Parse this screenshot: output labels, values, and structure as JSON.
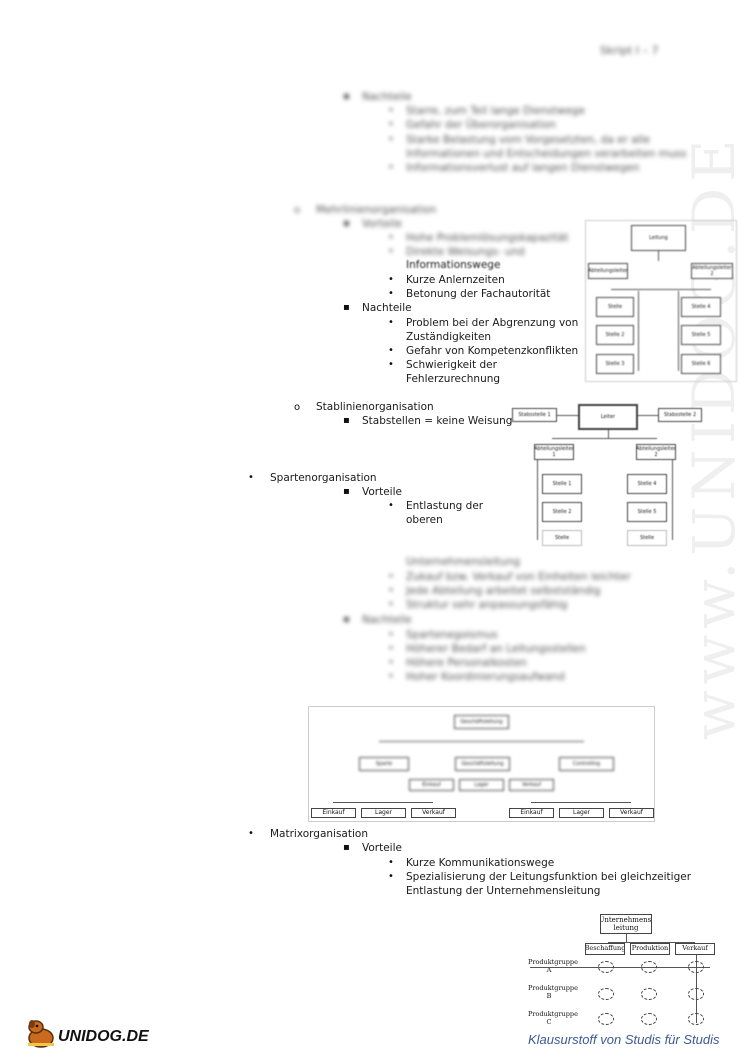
{
  "header": {
    "page_label": "Skript I – 7"
  },
  "section_top": {
    "nachteile_label": "Nachteile",
    "items": [
      "Starre, zum Teil lange Dienstwege",
      "Gefahr der Überorganisation",
      "Starke Belastung vom Vorgesetzten, da er alle",
      "Informationen und Entscheidungen verarbeiten muss",
      "Informationsverlust auf langen Dienstwegen"
    ]
  },
  "mehrlinien": {
    "title": "Mehrlinienorganisation",
    "vorteile_label": "Vorteile",
    "vorteile": [
      "Hohe Problemlösungskapazität",
      "Direkte Weisungs- und",
      "Informationswege",
      "Kurze Anlernzeiten",
      "Betonung der Fachautorität"
    ],
    "nachteile_label": "Nachteile",
    "nachteile": [
      "Problem bei der Abgrenzung von",
      "Zuständigkeiten",
      "Gefahr von Kompetenzkonflikten",
      "Schwierigkeit der",
      "Fehlerzurechnung"
    ]
  },
  "stablinien": {
    "title": "Stablinienorganisation",
    "item": "Stabstellen = keine Weisung"
  },
  "sparten": {
    "title": "Spartenorganisation",
    "vorteile_label": "Vorteile",
    "vorteile": [
      "Entlastung der",
      "oberen",
      "Unternehmensleitung",
      "Zukauf bzw. Verkauf von Einheiten leichter",
      "Jede Abteilung arbeitet selbstständig",
      "Struktur sehr anpassungsfähig"
    ],
    "nachteile_label": "Nachteile",
    "nachteile": [
      "Spartenegoismus",
      "Höherer Bedarf an Leitungsstellen",
      "Höhere Personalkosten",
      "Hoher Koordinierungsaufwand"
    ]
  },
  "matrix": {
    "title": "Matrixorganisation",
    "vorteile_label": "Vorteile",
    "vorteile": [
      "Kurze Kommunikationswege",
      "Spezialisierung der Leitungsfunktion bei gleichzeitiger",
      "Entlastung der Unternehmensleitung"
    ]
  },
  "diagram_mehrlinien": {
    "top": "Leitung",
    "left_head": "Abteilungsleiter",
    "right_head": "Abteilungsleiter 2",
    "left": [
      "Stelle",
      "Stelle 2",
      "Stelle 3"
    ],
    "right": [
      "Stelle 4",
      "Stelle 5",
      "Stelle 6"
    ]
  },
  "diagram_stab": {
    "top": "Leiter",
    "staff_left": "Stabsstelle 1",
    "staff_right": "Stabsstelle 2",
    "left_head": "Abteilungsleiter 1",
    "right_head": "Abteilungsleiter 2",
    "left": [
      "Stelle 1",
      "Stelle 2",
      "Stelle"
    ],
    "right": [
      "Stelle 4",
      "Stelle 5",
      "Stelle"
    ]
  },
  "diagram_sparten": {
    "top": "Geschäftsleitung",
    "heads": [
      "Sparte",
      "Geschäftsleitung",
      "Controlling"
    ],
    "mid": [
      "Einkauf",
      "Lager",
      "Verkauf"
    ],
    "left": [
      "Einkauf",
      "Lager",
      "Verkauf"
    ],
    "right": [
      "Einkauf",
      "Lager",
      "Verkauf"
    ]
  },
  "diagram_matrix": {
    "top": "Unternehmens-\nleitung",
    "cols": [
      "Beschaffung",
      "Produktion",
      "Verkauf"
    ],
    "rows": [
      "Produktgruppe A",
      "Produktgruppe B",
      "Produktgruppe C"
    ]
  },
  "footer": {
    "logo": "UNIDOG.DE",
    "watermark": "www.UNIDOG.DE",
    "tagline": "Klausurstoff von Studis für Studis"
  }
}
